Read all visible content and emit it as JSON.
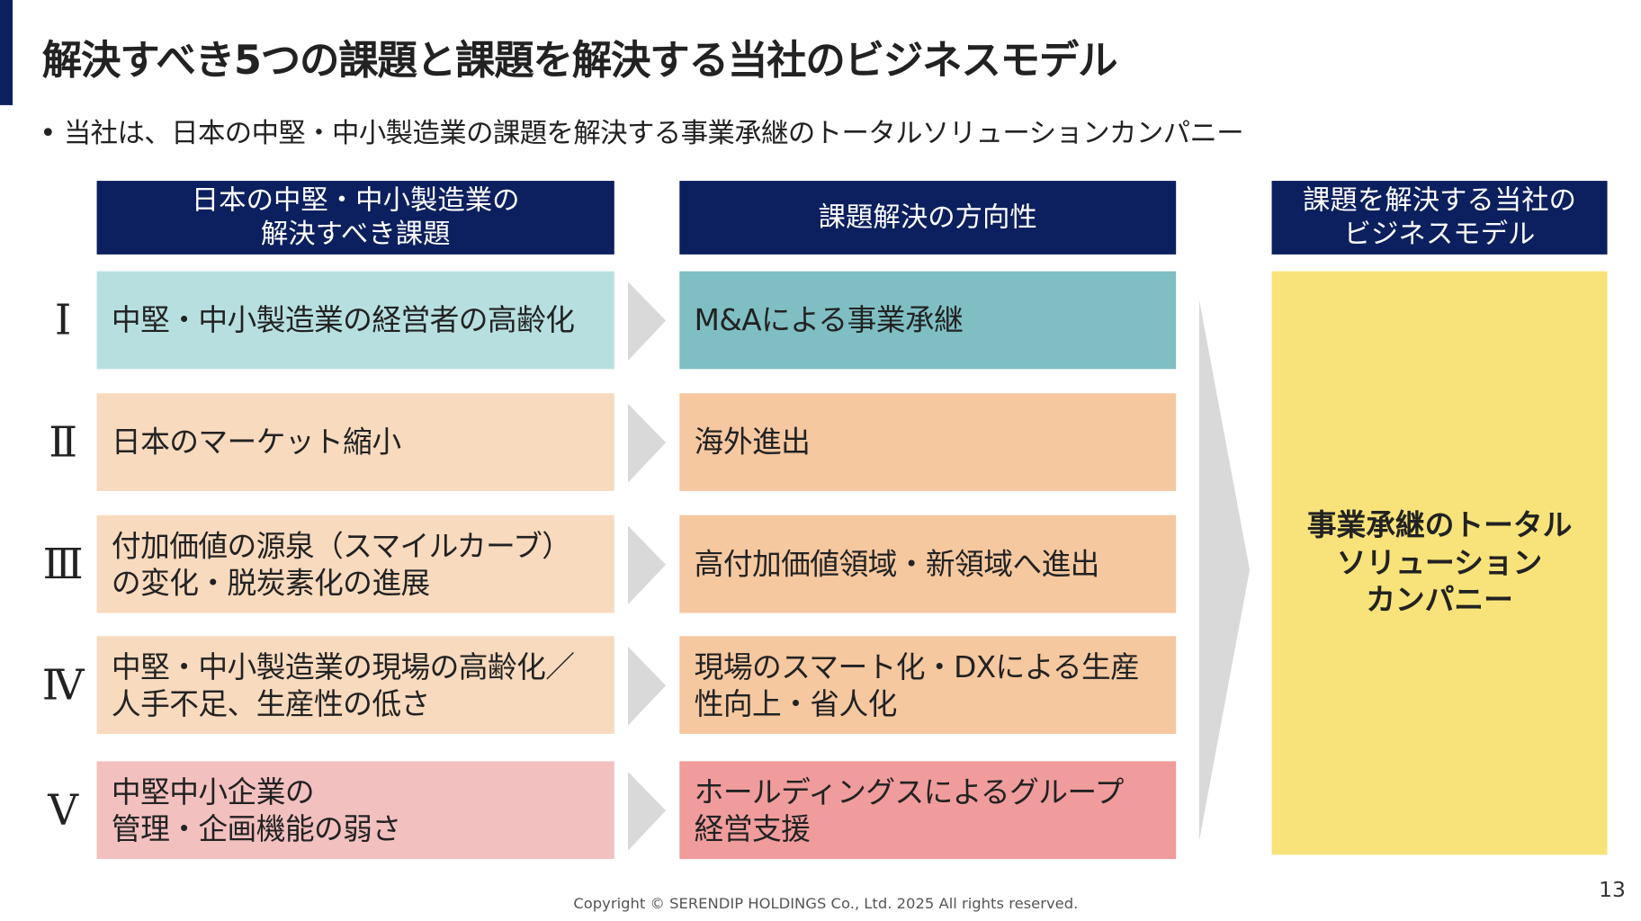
{
  "title": "解決すべき5つの課題と課題を解決する当社のビジネスモデル",
  "bullet": "当社は、日本の中堅・中小製造業の課題を解決する事業承継のトータルソリューションカンパニー",
  "headers": {
    "issues": "日本の中堅・中小製造業の\n解決すべき課題",
    "direction": "課題解決の方向性",
    "model": "課題を解決する当社の\nビジネスモデル"
  },
  "rows": [
    {
      "numeral": "Ⅰ",
      "issue": "中堅・中小製造業の経営者の高齢化",
      "direction": "M&Aによる事業承継",
      "issue_color": "#b7dfe0",
      "direction_color": "#7fbfc4"
    },
    {
      "numeral": "Ⅱ",
      "issue": "日本のマーケット縮小",
      "direction": "海外進出",
      "issue_color": "#f8dabe",
      "direction_color": "#f5c8a0"
    },
    {
      "numeral": "Ⅲ",
      "issue": "付加価値の源泉（スマイルカーブ）\nの変化・脱炭素化の進展",
      "direction": "高付加価値領域・新領域へ進出",
      "issue_color": "#f8dabe",
      "direction_color": "#f5c8a0"
    },
    {
      "numeral": "Ⅳ",
      "issue": "中堅・中小製造業の現場の高齢化／\n人手不足、生産性の低さ",
      "direction": "現場のスマート化・DXによる生産\n性向上・省人化",
      "issue_color": "#f8dabe",
      "direction_color": "#f5c8a0"
    },
    {
      "numeral": "Ⅴ",
      "issue": "中堅中小企業の\n管理・企画機能の弱さ",
      "direction": "ホールディングスによるグループ\n経営支援",
      "issue_color": "#f3c0c0",
      "direction_color": "#f09c9c"
    }
  ],
  "solution": "事業承継のトータル\nソリューション\nカンパニー",
  "page_number": "13",
  "copyright": "Copyright © SERENDIP HOLDINGS Co., Ltd.  2025 All rights reserved.",
  "colors": {
    "navy": "#0c1f5e",
    "yellow": "#f8e37a",
    "arrow": "#d9d9d9"
  }
}
